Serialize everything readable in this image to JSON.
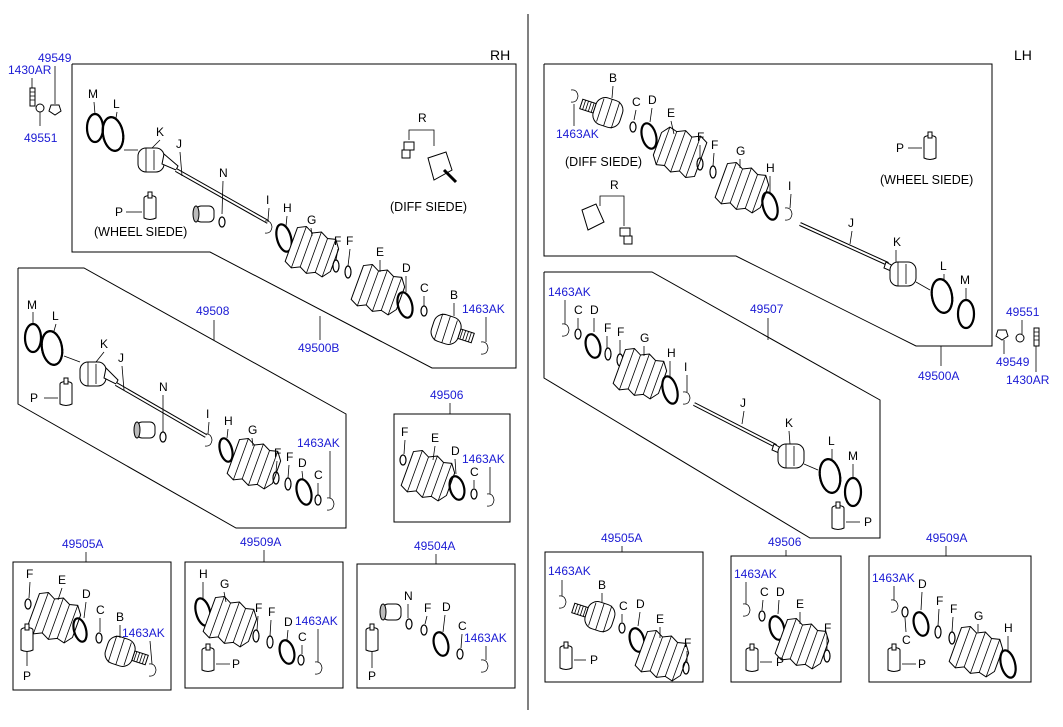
{
  "headers": {
    "rh": "RH",
    "lh": "LH"
  },
  "rh": {
    "main_part": "49500B",
    "assembly": "49508",
    "diff_side": "(DIFF SIEDE)",
    "wheel_side": "(WHEEL SIEDE)",
    "hw_bolt": "1430AR",
    "hw_nut": "49549",
    "hw_washer": "49551",
    "ret_ring": "1463AK",
    "ret_ring_asm": "1463AK",
    "kit_outer_boot": "49506",
    "kit_outer_boot_ring": "1463AK",
    "kit_outer_joint": "49505A",
    "kit_outer_joint_ring": "1463AK",
    "kit_inner_boot": "49509A",
    "kit_inner_boot_ring": "1463AK",
    "kit_damper": "49504A",
    "kit_damper_ring": "1463AK"
  },
  "lh": {
    "main_part": "49500A",
    "assembly": "49507",
    "diff_side": "(DIFF SIEDE)",
    "wheel_side": "(WHEEL SIEDE)",
    "hw_bolt": "1430AR",
    "hw_nut": "49549",
    "hw_washer": "49551",
    "ret_ring": "1463AK",
    "ret_ring_asm": "1463AK",
    "kit_outer_joint": "49505A",
    "kit_outer_joint_ring": "1463AK",
    "kit_outer_boot": "49506",
    "kit_outer_boot_ring": "1463AK",
    "kit_inner_boot": "49509A",
    "kit_inner_boot_ring": "1463AK"
  },
  "letters": {
    "B": "B",
    "C": "C",
    "D": "D",
    "E": "E",
    "F": "F",
    "G": "G",
    "H": "H",
    "I": "I",
    "J": "J",
    "K": "K",
    "L": "L",
    "M": "M",
    "N": "N",
    "P": "P",
    "R": "R"
  }
}
